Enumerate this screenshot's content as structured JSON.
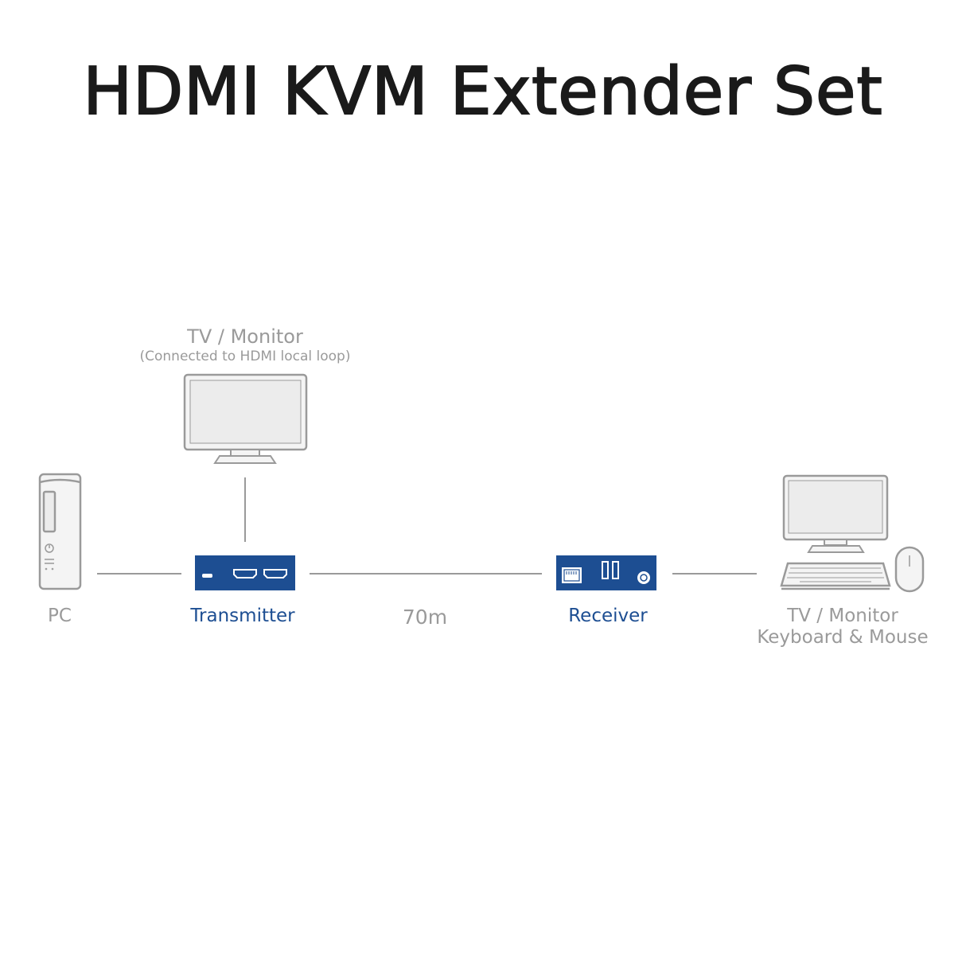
{
  "title": "HDMI KVM Extender Set",
  "labels": {
    "local_monitor_title": "TV / Monitor",
    "local_monitor_note": "(Connected to HDMI local loop)",
    "pc": "PC",
    "transmitter": "Transmitter",
    "distance": "70m",
    "receiver": "Receiver",
    "remote_line1": "TV / Monitor",
    "remote_line2": "Keyboard & Mouse"
  },
  "colors": {
    "device_blue": "#1d4e92",
    "outline_gray": "#9a9a9a",
    "fill_light": "#f4f4f4",
    "screen_fill": "#ececec"
  }
}
